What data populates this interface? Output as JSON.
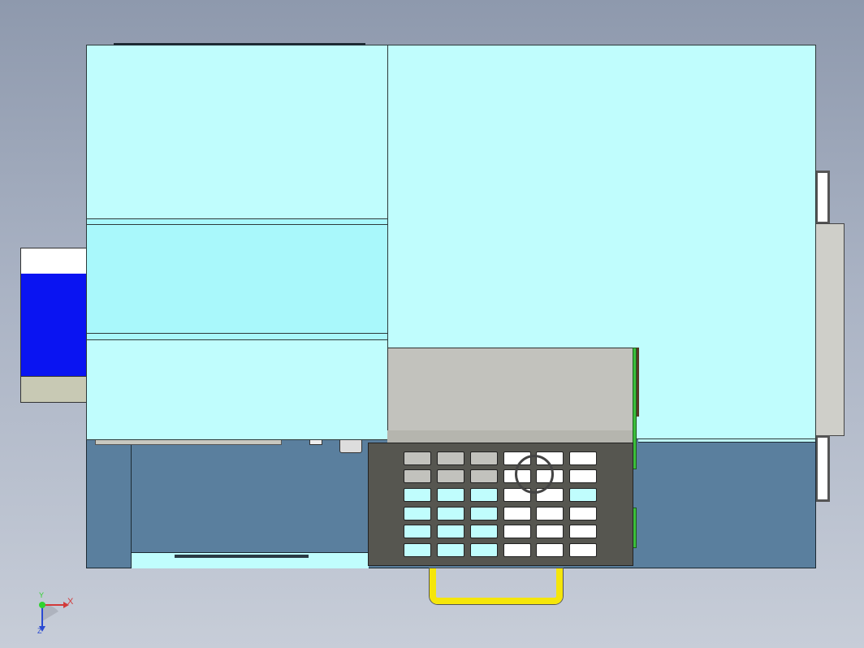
{
  "viewport": {
    "axis": {
      "x_label": "X",
      "y_label": "Y",
      "z_label": "Z"
    }
  },
  "colors": {
    "background_top": "#8e99ad",
    "panel_cyan": "#c0fdfd",
    "panel_cyan_mid": "#a9f8fb",
    "base_blue": "#5a7f9e",
    "side_box_blue": "#0a14f2",
    "operator_panel": "#565650",
    "handle_yellow": "#f5e60a",
    "hood_grey": "#c2c2bd",
    "indicator_green": "#3bbf3b"
  },
  "icons": [
    "axis-triad-icon"
  ]
}
